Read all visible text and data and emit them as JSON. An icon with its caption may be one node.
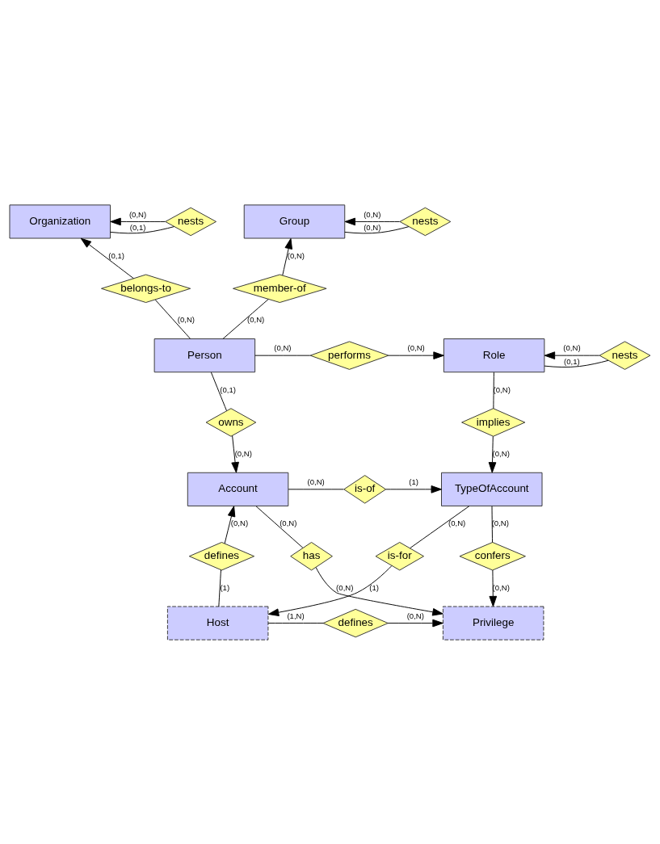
{
  "diagram": {
    "nodes": [
      {
        "text": [
          "Organization"
        ]
      },
      {
        "text": [
          "nests"
        ]
      },
      {
        "text": [
          "Group"
        ]
      },
      {
        "text": [
          "nests"
        ]
      },
      {
        "text": [
          "belongs-to"
        ]
      },
      {
        "text": [
          "member-of"
        ]
      },
      {
        "text": [
          "Person"
        ]
      },
      {
        "text": [
          "performs"
        ]
      },
      {
        "text": [
          "Role"
        ]
      },
      {
        "text": [
          "nests"
        ]
      },
      {
        "text": [
          "owns"
        ]
      },
      {
        "text": [
          "implies"
        ]
      },
      {
        "text": [
          "Account"
        ]
      },
      {
        "text": [
          "is-of"
        ]
      },
      {
        "text": [
          "TypeOfAccount"
        ]
      },
      {
        "text": [
          "has"
        ]
      },
      {
        "text": [
          "is-for"
        ]
      },
      {
        "text": [
          "defines"
        ]
      },
      {
        "text": [
          "confers"
        ]
      },
      {
        "text": [
          "Host"
        ]
      },
      {
        "text": [
          "defines"
        ]
      },
      {
        "text": [
          "Privilege"
        ]
      }
    ],
    "edges": [
      {
        "from": 1,
        "to": 0,
        "arrow": "to",
        "label": "(0,N)"
      },
      {
        "from": 0,
        "to": 1,
        "arrow": "none",
        "label": "(0,1)"
      },
      {
        "from": 3,
        "to": 2,
        "arrow": "to",
        "label": "(0,N)"
      },
      {
        "from": 2,
        "to": 3,
        "arrow": "none",
        "label": "(0,N)"
      },
      {
        "from": 4,
        "to": 0,
        "arrow": "to",
        "label": "(0,1)"
      },
      {
        "from": 6,
        "to": 4,
        "arrow": "none",
        "label": "(0,N)"
      },
      {
        "from": 6,
        "to": 5,
        "arrow": "none",
        "label": "(0,N)"
      },
      {
        "from": 5,
        "to": 2,
        "arrow": "to",
        "label": "(0,N)"
      },
      {
        "from": 6,
        "to": 7,
        "arrow": "none",
        "label": "(0,N)"
      },
      {
        "from": 7,
        "to": 8,
        "arrow": "to",
        "label": "(0,N)"
      },
      {
        "from": 9,
        "to": 8,
        "arrow": "to",
        "label": "(0,N)"
      },
      {
        "from": 8,
        "to": 9,
        "arrow": "none",
        "label": "(0,1)"
      },
      {
        "from": 6,
        "to": 10,
        "arrow": "none",
        "label": "(0,1)"
      },
      {
        "from": 10,
        "to": 12,
        "arrow": "to",
        "label": "(0,N)"
      },
      {
        "from": 8,
        "to": 11,
        "arrow": "none",
        "label": "(0,N)"
      },
      {
        "from": 11,
        "to": 14,
        "arrow": "to",
        "label": "(0,N)"
      },
      {
        "from": 12,
        "to": 13,
        "arrow": "none",
        "label": "(0,N)"
      },
      {
        "from": 13,
        "to": 14,
        "arrow": "to",
        "label": "(1)"
      },
      {
        "from": 12,
        "to": 15,
        "arrow": "none",
        "label": "(0,N)"
      },
      {
        "from": 15,
        "to": 21,
        "arrow": "to",
        "label": "(0,N)"
      },
      {
        "from": 14,
        "to": 16,
        "arrow": "none",
        "label": "(0,N)"
      },
      {
        "from": 16,
        "to": 19,
        "arrow": "to",
        "label": "(1)"
      },
      {
        "from": 17,
        "to": 12,
        "arrow": "to",
        "label": "(0,N)"
      },
      {
        "from": 19,
        "to": 17,
        "arrow": "none",
        "label": "(1)"
      },
      {
        "from": 14,
        "to": 18,
        "arrow": "none",
        "label": "(0,N)"
      },
      {
        "from": 18,
        "to": 21,
        "arrow": "to",
        "label": "(0,N)"
      },
      {
        "from": 19,
        "to": 20,
        "arrow": "none",
        "label": "(1,N)"
      },
      {
        "from": 20,
        "to": 21,
        "arrow": "to",
        "label": "(0,N)"
      }
    ]
  }
}
